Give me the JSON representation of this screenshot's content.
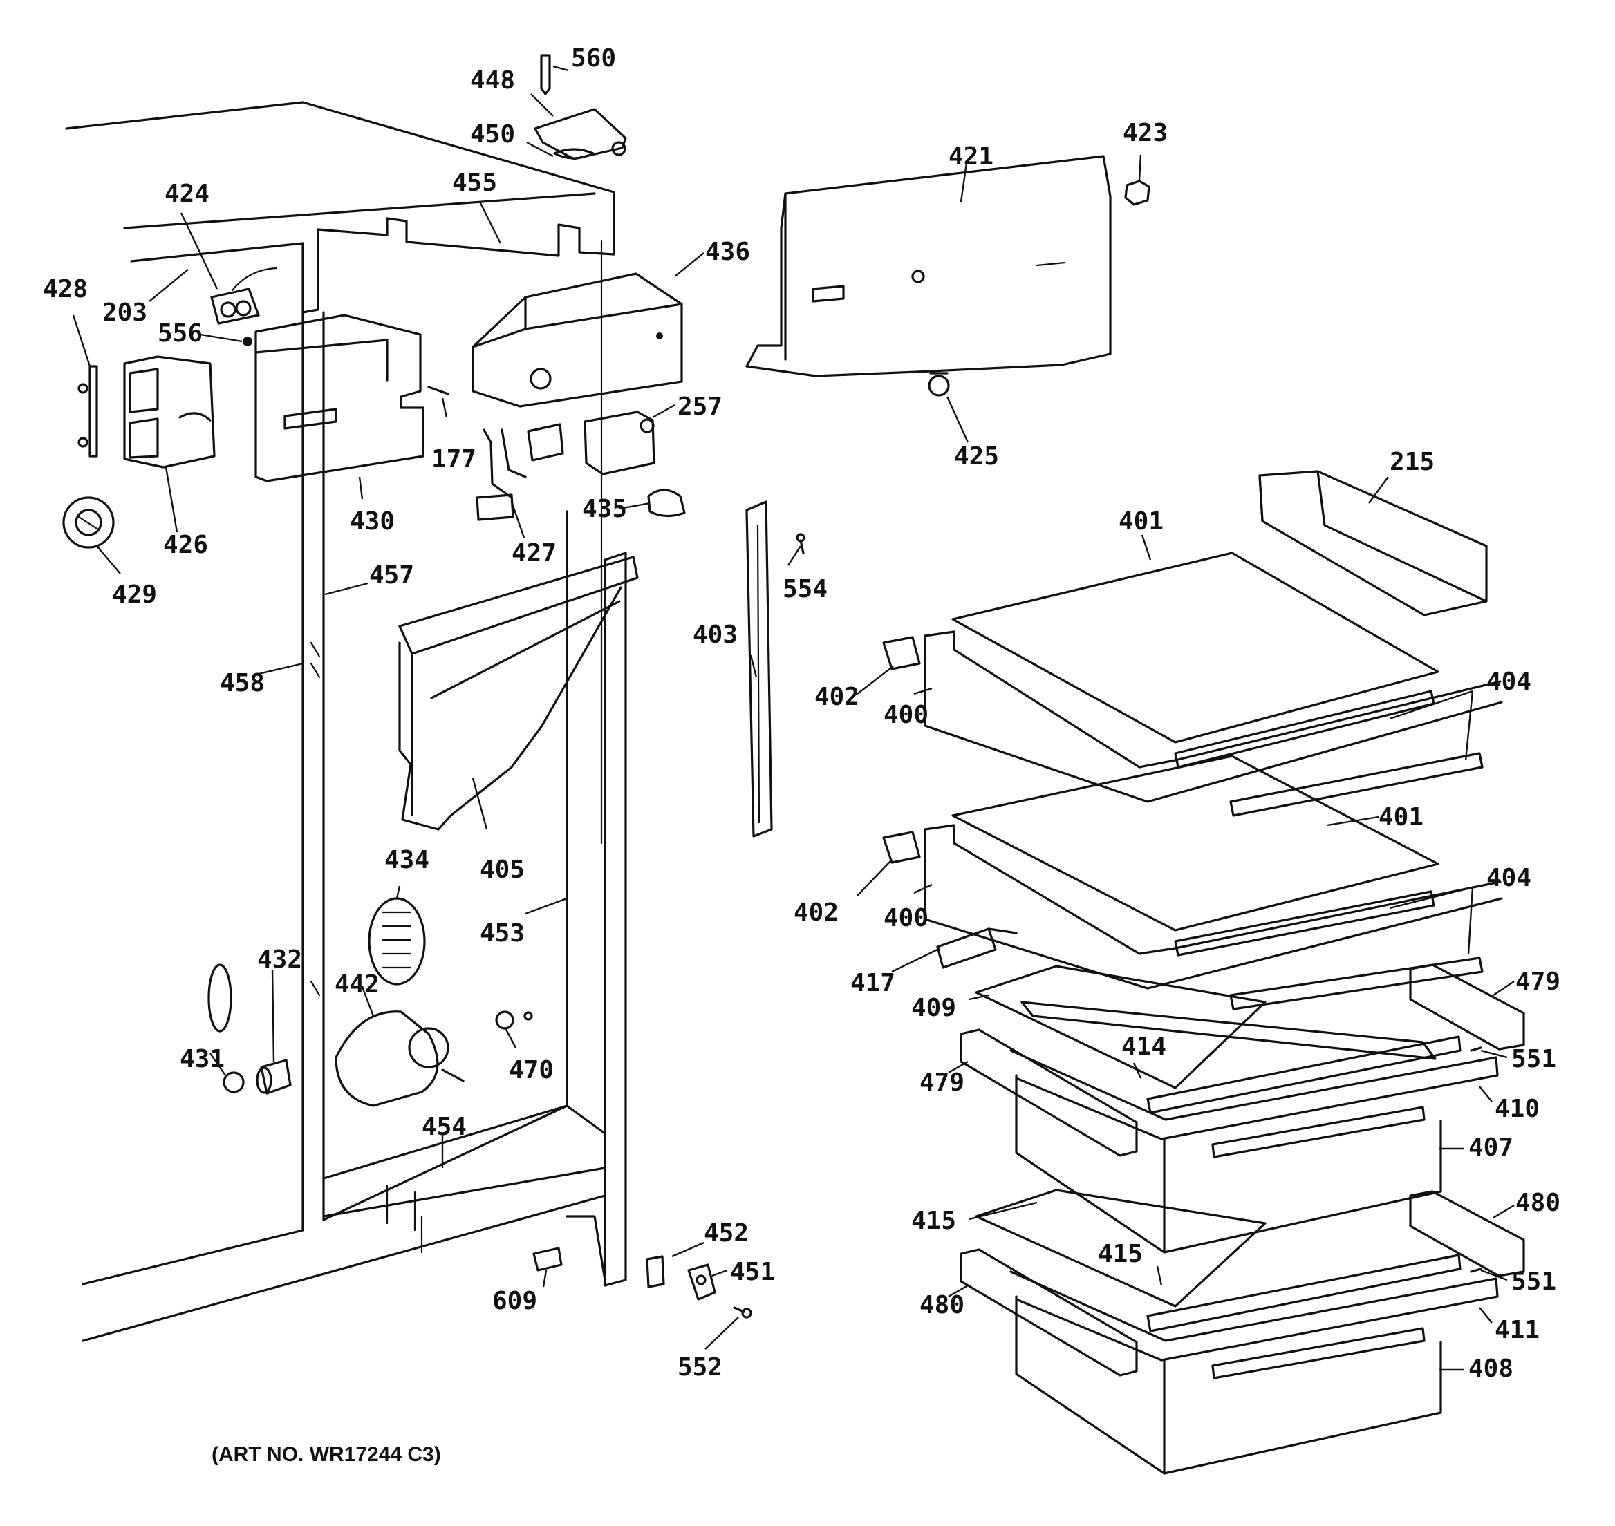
{
  "diagram": {
    "caption": "(ART NO. WR17244 C3)",
    "callouts": {
      "c560": "560",
      "c448": "448",
      "c450": "450",
      "c455": "455",
      "c424": "424",
      "c428": "428",
      "c203": "203",
      "c556": "556",
      "c426": "426",
      "c429": "429",
      "c430": "430",
      "c177": "177",
      "c436": "436",
      "c257": "257",
      "c427": "427",
      "c435": "435",
      "c421": "421",
      "c423": "423",
      "c425": "425",
      "c215": "215",
      "c401a": "401",
      "c401b": "401",
      "c554": "554",
      "c457": "457",
      "c458": "458",
      "c403": "403",
      "c402a": "402",
      "c400a": "400",
      "c404a": "404",
      "c405": "405",
      "c434": "434",
      "c453": "453",
      "c402b": "402",
      "c400b": "400",
      "c404b": "404",
      "c417": "417",
      "c479a": "479",
      "c409": "409",
      "c432": "432",
      "c442": "442",
      "c470": "470",
      "c431": "431",
      "c414": "414",
      "c551a": "551",
      "c479b": "479",
      "c410": "410",
      "c454": "454",
      "c407": "407",
      "c480a": "480",
      "c415a": "415",
      "c452": "452",
      "c451": "451",
      "c415b": "415",
      "c551b": "551",
      "c609": "609",
      "c480b": "480",
      "c411": "411",
      "c552": "552",
      "c408": "408"
    }
  }
}
